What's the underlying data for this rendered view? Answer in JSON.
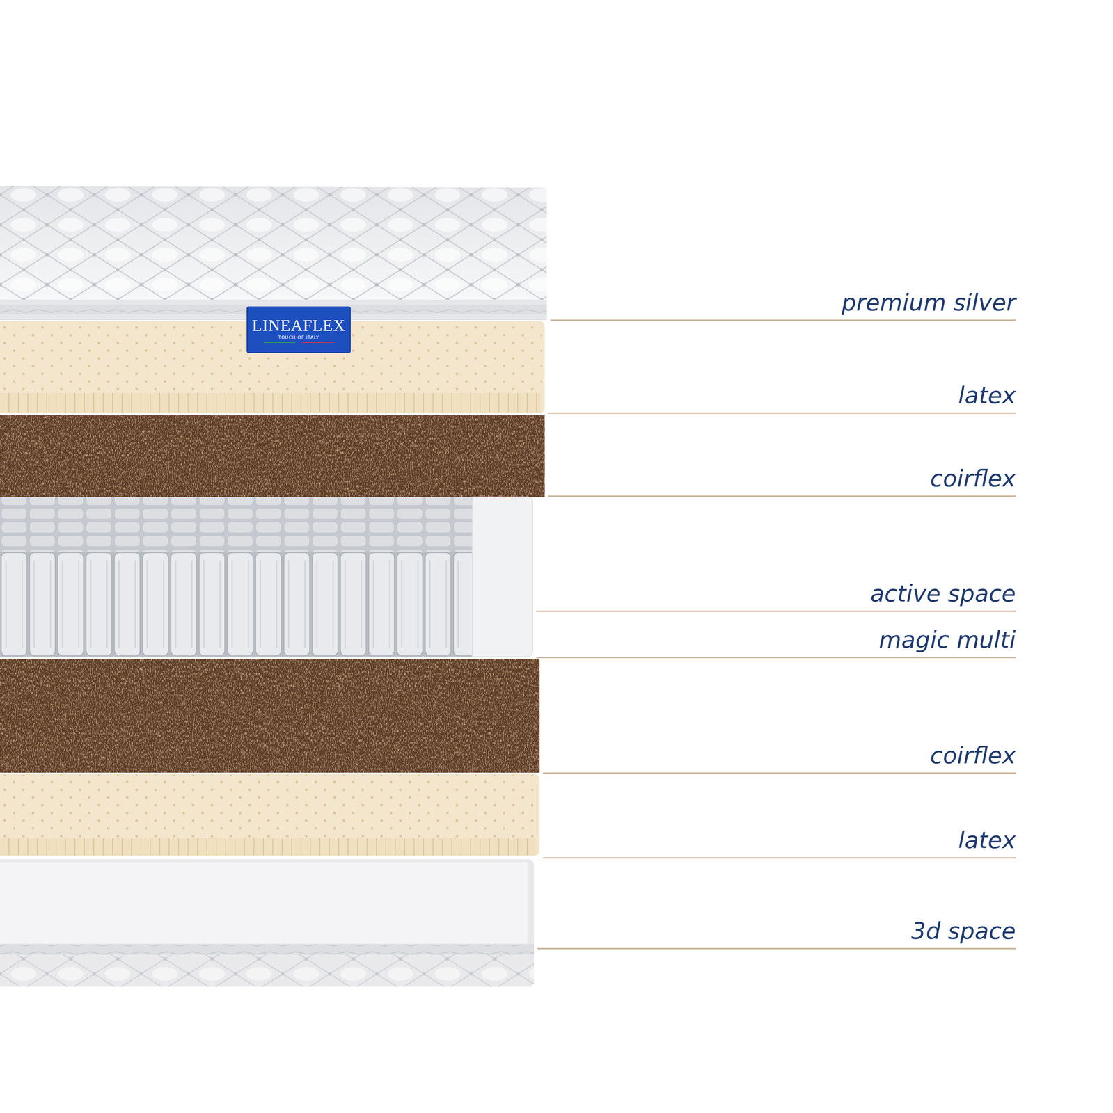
{
  "diagram": {
    "labels": [
      "premium silver",
      "latex",
      "coirflex",
      "active space",
      "magic multi",
      "coirflex",
      "latex",
      "3d space",
      "LINEAFLEX",
      "TOUCH OF ITALY"
    ]
  }
}
